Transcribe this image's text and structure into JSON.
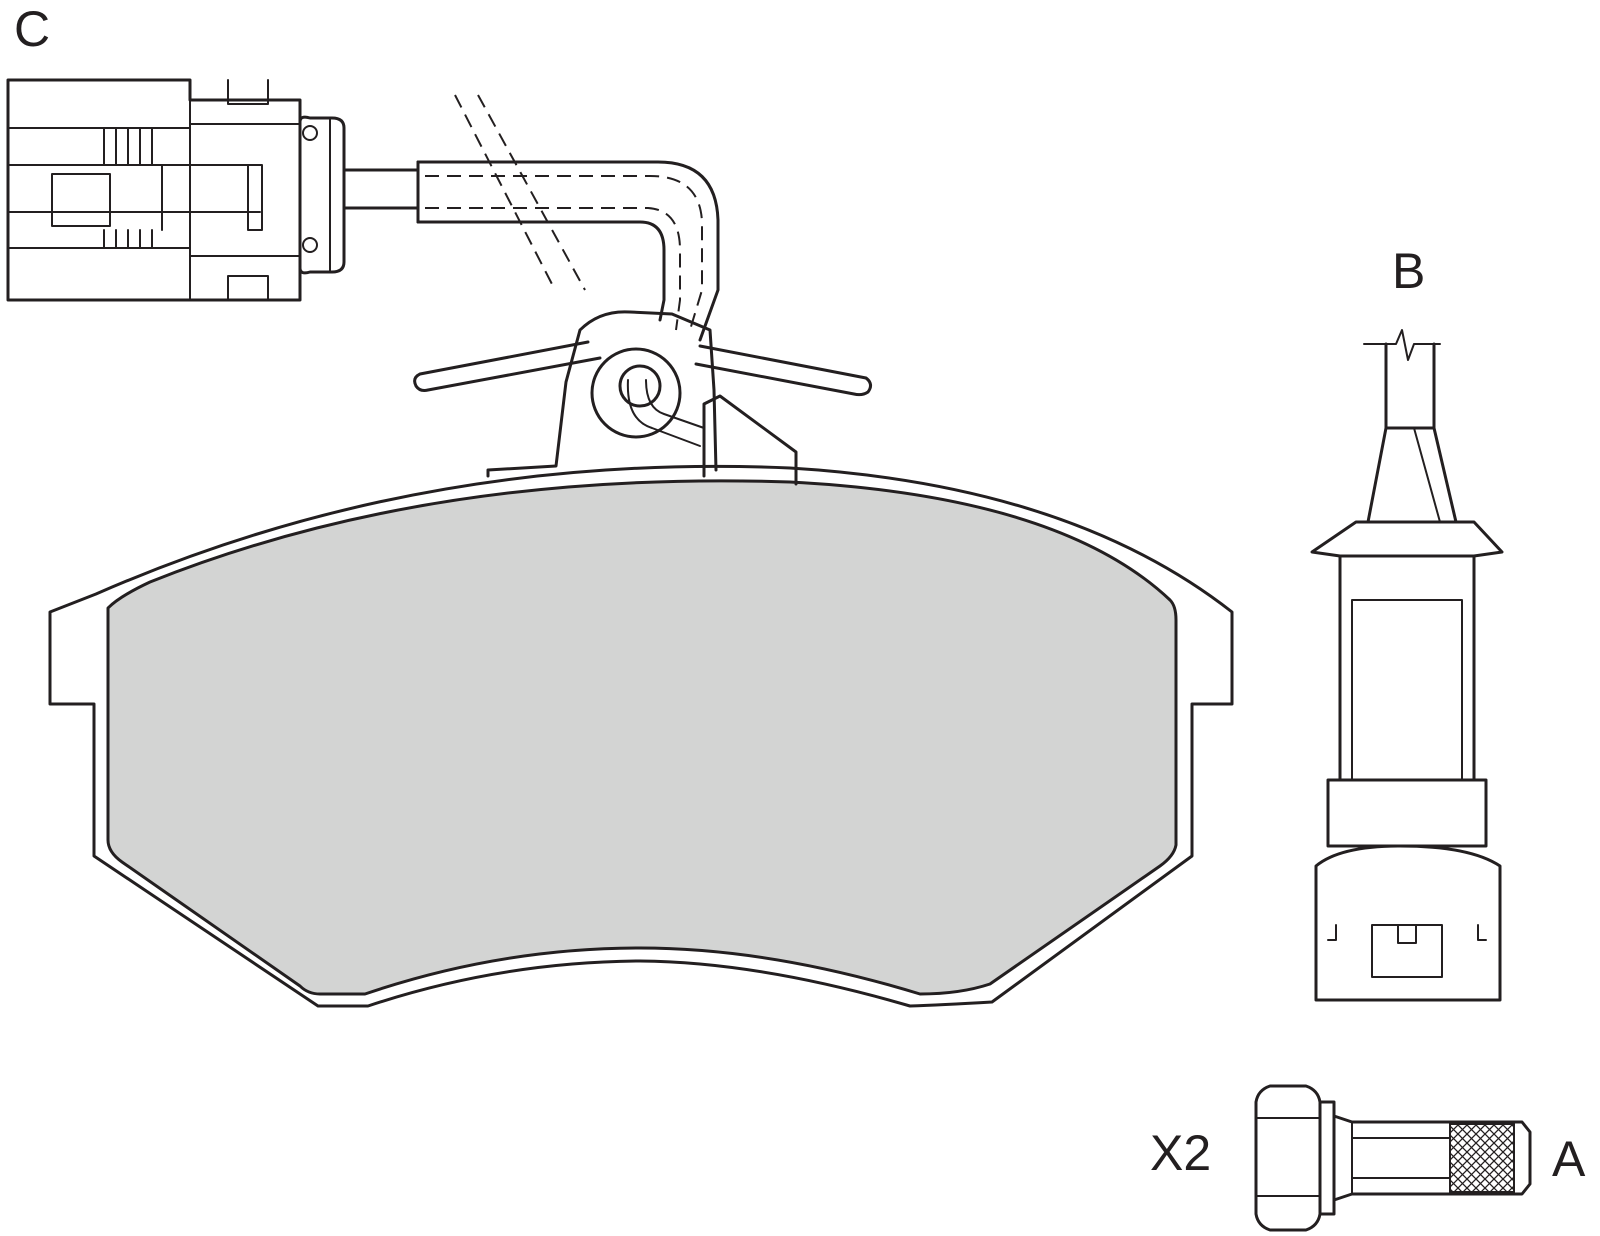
{
  "labels": {
    "connector": "C",
    "side_view": "B",
    "bolt": "A",
    "bolt_quantity": "X2"
  },
  "colors": {
    "line": "#231f20",
    "friction_material": "#d3d4d3",
    "background": "#ffffff"
  }
}
